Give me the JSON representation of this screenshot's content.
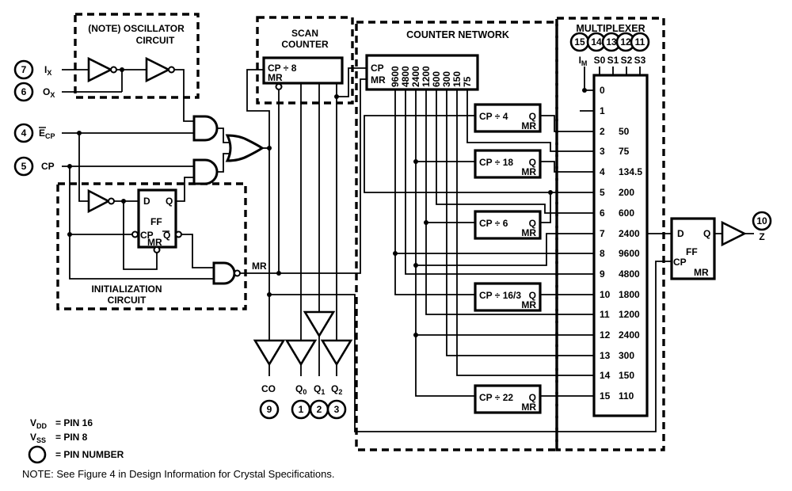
{
  "boxes": {
    "oscillator": {
      "line1": "(NOTE)  OSCILLATOR",
      "line2": "CIRCUIT"
    },
    "scan": {
      "line1": "SCAN",
      "line2": "COUNTER"
    },
    "init": {
      "line1": "INITIALIZATION",
      "line2": "CIRCUIT"
    },
    "network": {
      "title": "COUNTER NETWORK"
    },
    "mux": {
      "title": "MULTIPLEXER"
    }
  },
  "scan_block": {
    "cp": "CP ÷ 8",
    "mr": "MR"
  },
  "network_block": {
    "cp": "CP",
    "mr": "MR",
    "taps": [
      "9600",
      "4800",
      "2400",
      "1200",
      "600",
      "300",
      "150",
      "75"
    ]
  },
  "dividers": [
    {
      "cp": "CP ÷ 4",
      "q": "Q",
      "mr": "MR"
    },
    {
      "cp": "CP ÷ 18",
      "q": "Q",
      "mr": "MR"
    },
    {
      "cp": "CP ÷ 6",
      "q": "Q",
      "mr": "MR"
    },
    {
      "cp": "CP ÷ 16/3",
      "q": "Q",
      "mr": "MR"
    },
    {
      "cp": "CP ÷ 22",
      "q": "Q",
      "mr": "MR"
    }
  ],
  "init_ff": {
    "d": "D",
    "q": "Q",
    "ff": "FF",
    "cp": "CP",
    "qbar": "Q",
    "mr": "MR"
  },
  "out_ff": {
    "d": "D",
    "q": "Q",
    "ff": "FF",
    "cp": "CP",
    "mr": "MR"
  },
  "mr_label": "MR",
  "mux": {
    "rows": [
      {
        "num": "0",
        "rate": ""
      },
      {
        "num": "1",
        "rate": ""
      },
      {
        "num": "2",
        "rate": "50"
      },
      {
        "num": "3",
        "rate": "75"
      },
      {
        "num": "4",
        "rate": "134.5"
      },
      {
        "num": "5",
        "rate": "200"
      },
      {
        "num": "6",
        "rate": "600"
      },
      {
        "num": "7",
        "rate": "2400"
      },
      {
        "num": "8",
        "rate": "9600"
      },
      {
        "num": "9",
        "rate": "4800"
      },
      {
        "num": "10",
        "rate": "1800"
      },
      {
        "num": "11",
        "rate": "1200"
      },
      {
        "num": "12",
        "rate": "2400"
      },
      {
        "num": "13",
        "rate": "300"
      },
      {
        "num": "14",
        "rate": "150"
      },
      {
        "num": "15",
        "rate": "110"
      }
    ]
  },
  "pins": {
    "p7": {
      "num": "7",
      "base": "I",
      "sub": "X"
    },
    "p6": {
      "num": "6",
      "base": "O",
      "sub": "X"
    },
    "p4": {
      "num": "4",
      "base": "E",
      "sub": "CP"
    },
    "p5": {
      "num": "5",
      "label": "CP"
    },
    "p9": {
      "num": "9",
      "label": "CO"
    },
    "p1": {
      "num": "1",
      "base": "Q",
      "sub": "0"
    },
    "p2": {
      "num": "2",
      "base": "Q",
      "sub": "1"
    },
    "p3": {
      "num": "3",
      "base": "Q",
      "sub": "2"
    },
    "p10": {
      "num": "10",
      "label": "Z"
    },
    "p15": {
      "num": "15",
      "base": "I",
      "sub": "M"
    },
    "p14": {
      "num": "14",
      "label": "S0"
    },
    "p13": {
      "num": "13",
      "label": "S1"
    },
    "p12": {
      "num": "12",
      "label": "S2"
    },
    "p11": {
      "num": "11",
      "label": "S3"
    }
  },
  "legend": {
    "vdd": {
      "base": "V",
      "sub": "DD",
      "rest": "=  PIN 16"
    },
    "vss": {
      "base": "V",
      "sub": "SS",
      "rest": "=  PIN 8"
    },
    "pin_rest": "=  PIN NUMBER"
  },
  "note": "NOTE:  See Figure 4 in Design Information for Crystal Specifications.",
  "colors": {
    "ink": "#000000",
    "paper": "#ffffff"
  }
}
